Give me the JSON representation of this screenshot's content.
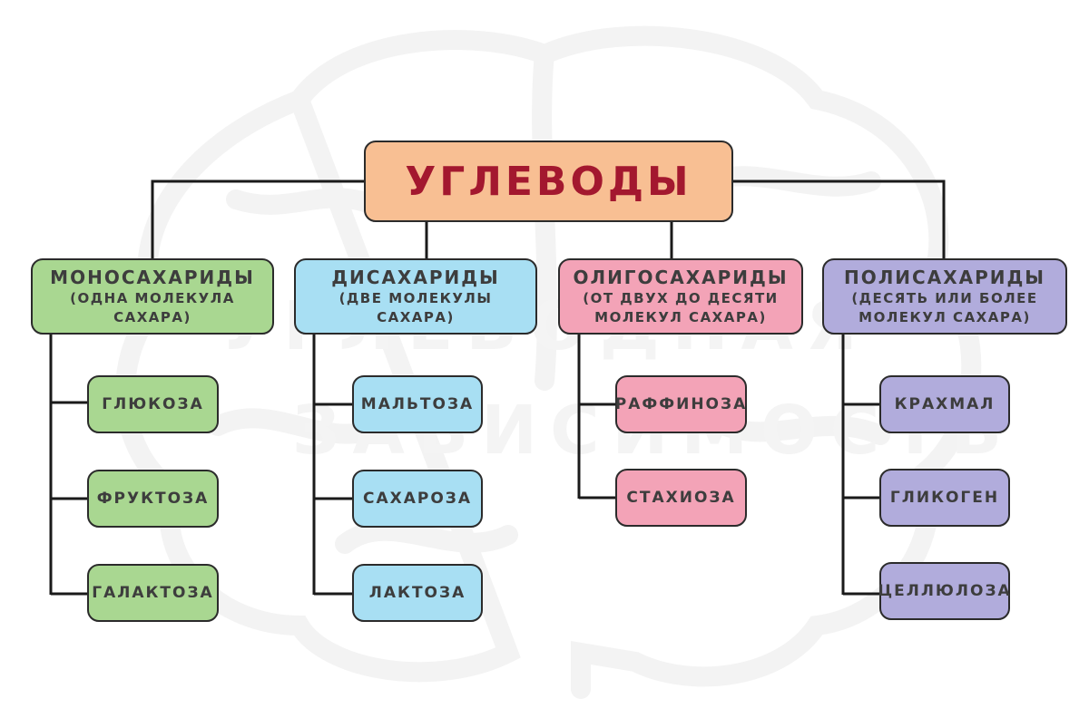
{
  "watermark": {
    "line1": "УГЛЕВОДНАЯ",
    "line2": "ЗАВИСИМОСТЬ"
  },
  "root": {
    "label": "УГЛЕВОДЫ"
  },
  "categories": [
    {
      "title": "МОНОСАХАРИДЫ",
      "description": "(ОДНА МОЛЕКУЛА\nСАХАРА)",
      "items": [
        "ГЛЮКОЗА",
        "ФРУКТОЗА",
        "ГАЛАКТОЗА"
      ]
    },
    {
      "title": "ДИСАХАРИДЫ",
      "description": "(ДВЕ МОЛЕКУЛЫ\nСАХАРА)",
      "items": [
        "МАЛЬТОЗА",
        "САХАРОЗА",
        "ЛАКТОЗА"
      ]
    },
    {
      "title": "ОЛИГОСАХАРИДЫ",
      "description": "(ОТ ДВУХ ДО ДЕСЯТИ\nМОЛЕКУЛ САХАРА)",
      "items": [
        "РАФФИНОЗА",
        "СТАХИОЗА"
      ]
    },
    {
      "title": "ПОЛИСАХАРИДЫ",
      "description": "(ДЕСЯТЬ ИЛИ БОЛЕЕ\nМОЛЕКУЛ САХАРА)",
      "items": [
        "КРАХМАЛ",
        "ГЛИКОГЕН",
        "ЦЕЛЛЮЛОЗА"
      ]
    }
  ],
  "colors": {
    "root_fill": "#f8bf93",
    "root_text": "#a3182f",
    "mono_fill": "#a9d791",
    "di_fill": "#a8dff3",
    "oligo_fill": "#f3a3b7",
    "poly_fill": "#b1acdc",
    "border": "#2b2b2b",
    "text": "#3d3d3d"
  }
}
